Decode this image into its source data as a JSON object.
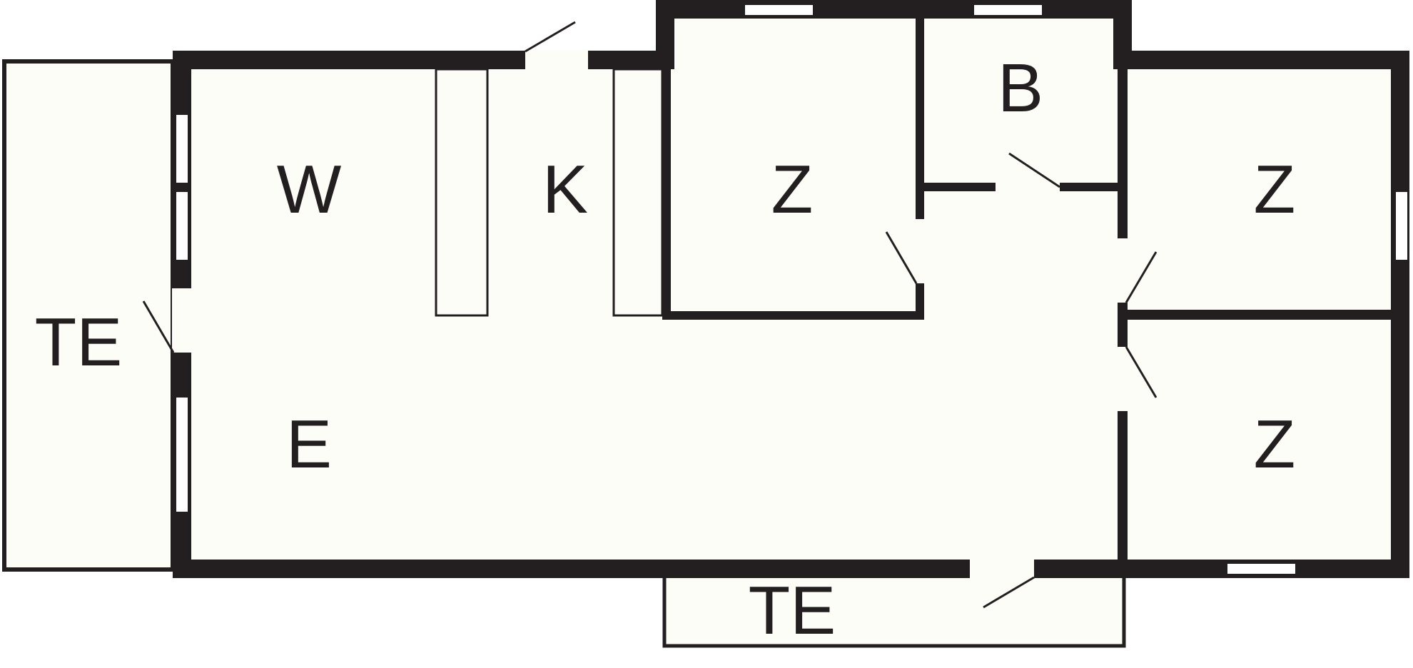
{
  "plan": {
    "colors": {
      "wall": "#231f20",
      "floor": "#fdfdf8",
      "background": "#ffffff",
      "window": "#ffffff"
    },
    "rooms": [
      {
        "id": "terrace-left",
        "label": "TE"
      },
      {
        "id": "living-area",
        "label": "W"
      },
      {
        "id": "kitchen",
        "label": "K"
      },
      {
        "id": "entrance",
        "label": "E"
      },
      {
        "id": "bedroom-top-middle",
        "label": "Z"
      },
      {
        "id": "bathroom",
        "label": "B"
      },
      {
        "id": "bedroom-top-right",
        "label": "Z"
      },
      {
        "id": "bedroom-bottom-right",
        "label": "Z"
      },
      {
        "id": "terrace-bottom",
        "label": "TE"
      }
    ]
  }
}
